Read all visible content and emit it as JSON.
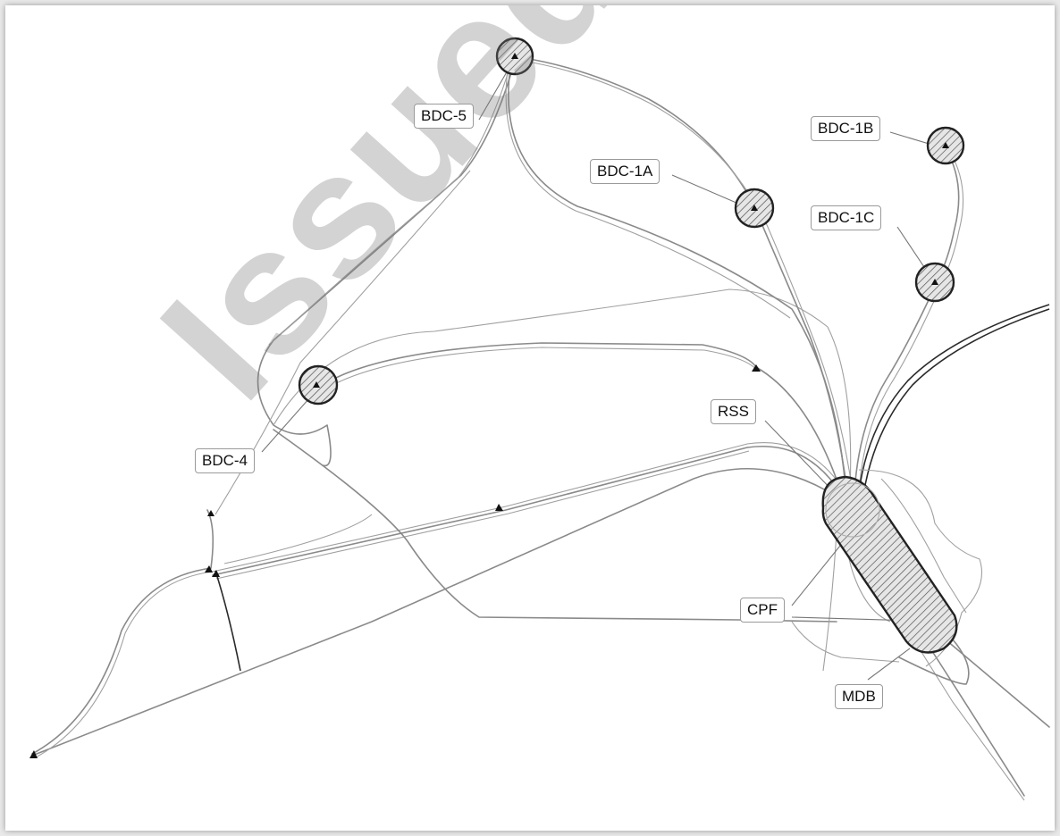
{
  "map": {
    "watermark": "Issued Fo",
    "labels": {
      "bdc5": "BDC-5",
      "bdc1a": "BDC-1A",
      "bdc1b": "BDC-1B",
      "bdc1c": "BDC-1C",
      "bdc4": "BDC-4",
      "rss": "RSS",
      "cpf": "CPF",
      "mdb": "MDB"
    },
    "colors": {
      "road": "#8a8a8a",
      "pad_outline": "#222222",
      "pipeline_dark": "#2a2a2a"
    }
  }
}
